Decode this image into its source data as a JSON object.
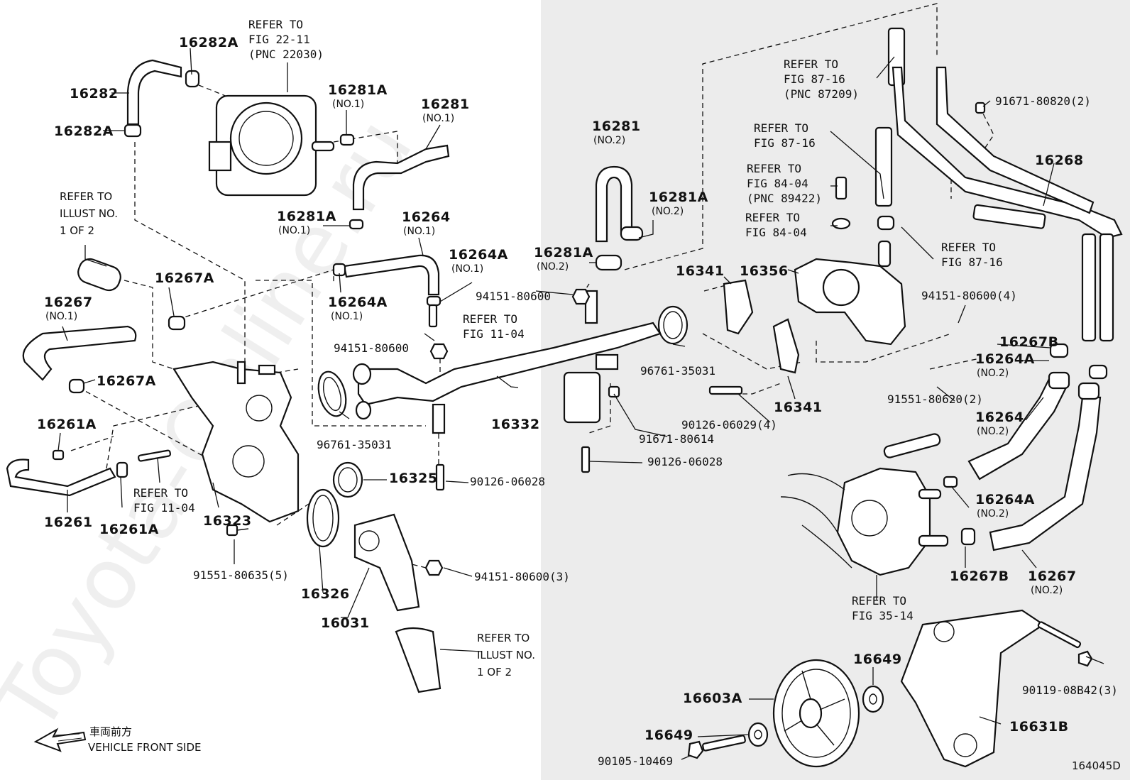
{
  "watermark": "Toyota-Online.ru",
  "diagram_code": "164045D",
  "front_side": {
    "jp": "車両前方",
    "en": "VEHICLE FRONT SIDE"
  },
  "refs": {
    "fig22": [
      "REFER TO",
      "FIG 22-11",
      "(PNC 22030)"
    ],
    "illust_a": [
      "REFER TO",
      "ILLUST NO.",
      "1 OF 2"
    ],
    "fig11a": [
      "REFER TO",
      "FIG 11-04"
    ],
    "fig11b": [
      "REFER TO",
      "FIG 11-04"
    ],
    "illust_b": [
      "REFER TO",
      "ILLUST NO.",
      "1 OF 2"
    ],
    "fig87a": [
      "REFER TO",
      "FIG 87-16",
      "(PNC 87209)"
    ],
    "fig87b": [
      "REFER TO",
      "FIG 87-16"
    ],
    "fig84a": [
      "REFER TO",
      "FIG 84-04",
      "(PNC 89422)"
    ],
    "fig84b": [
      "REFER TO",
      "FIG 84-04"
    ],
    "fig87c": [
      "REFER TO",
      "FIG 87-16"
    ],
    "fig35": [
      "REFER TO",
      "FIG 35-14"
    ]
  },
  "labels": {
    "p16282A_top": "16282A",
    "p16282": "16282",
    "p16282A_bot": "16282A",
    "p16281A_a": "16281A",
    "p16281A_a_sub": "(NO.1)",
    "p16281": "16281",
    "p16281_sub": "(NO.1)",
    "p16281A_b": "16281A",
    "p16281A_b_sub": "(NO.1)",
    "p16264": "16264",
    "p16264_sub": "(NO.1)",
    "p16264A_a": "16264A",
    "p16264A_a_sub": "(NO.1)",
    "p16264A_b": "16264A",
    "p16264A_b_sub": "(NO.1)",
    "p16267A_a": "16267A",
    "p16267": "16267",
    "p16267_sub": "(NO.1)",
    "p16267A_b": "16267A",
    "p16261A_a": "16261A",
    "p16261": "16261",
    "p16261A_b": "16261A",
    "p16323": "16323",
    "p91551_80635": "91551-80635(5)",
    "p94151_80600_a": "94151-80600",
    "p94151_80600_b": "94151-80600",
    "p96761_35031_a": "96761-35031",
    "p16332": "16332",
    "p16325": "16325",
    "p90126_06028_a": "90126-06028",
    "p16326": "16326",
    "p16031": "16031",
    "p94151_80600_3": "94151-80600(3)",
    "p16281_no2": "16281",
    "p16281_no2_sub": "(NO.2)",
    "p16281A_c": "16281A",
    "p16281A_c_sub": "(NO.2)",
    "p16281A_d": "16281A",
    "p16281A_d_sub": "(NO.2)",
    "p96761_35031_b": "96761-35031",
    "p91671_80614": "91671-80614",
    "p90126_06028_b": "90126-06028",
    "p16341_a": "16341",
    "p16356": "16356",
    "p16341_b": "16341",
    "p90126_06029": "90126-06029(4)",
    "p94151_80600_4": "94151-80600(4)",
    "p91551_80620": "91551-80620(2)",
    "p91671_80820": "91671-80820(2)",
    "p16268": "16268",
    "p16267B_a": "16267B",
    "p16264A_c": "16264A",
    "p16264A_c_sub": "(NO.2)",
    "p16264_no2": "16264",
    "p16264_no2_sub": "(NO.2)",
    "p16264A_d": "16264A",
    "p16264A_d_sub": "(NO.2)",
    "p16267B_b": "16267B",
    "p16267_no2": "16267",
    "p16267_no2_sub": "(NO.2)",
    "p16649_a": "16649",
    "p16603A": "16603A",
    "p16649_b": "16649",
    "p90105_10469": "90105-10469",
    "p16631B": "16631B",
    "p90119_08B42": "90119-08B42(3)"
  }
}
